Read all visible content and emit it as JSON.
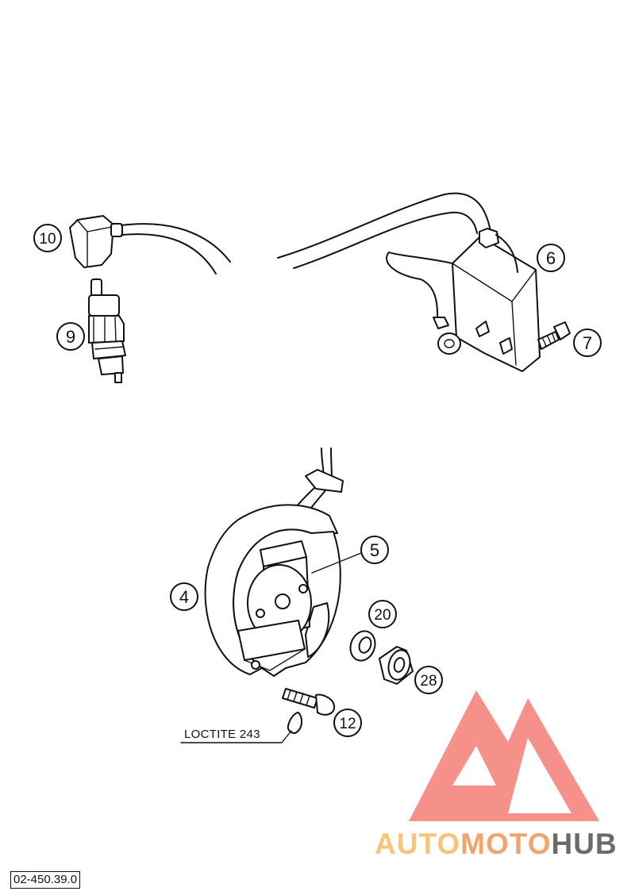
{
  "callouts": [
    {
      "id": "c10",
      "label": "10"
    },
    {
      "id": "c9",
      "label": "9"
    },
    {
      "id": "c6",
      "label": "6"
    },
    {
      "id": "c7",
      "label": "7"
    },
    {
      "id": "c5",
      "label": "5"
    },
    {
      "id": "c4",
      "label": "4"
    },
    {
      "id": "c20",
      "label": "20"
    },
    {
      "id": "c28",
      "label": "28"
    },
    {
      "id": "c12",
      "label": "12"
    }
  ],
  "note": "LOCTITE 243",
  "document_code": "02-450.39.0",
  "watermark": {
    "part1": "AUTO",
    "part2": "MOTO",
    "part3": "HUB",
    "color_light": "#f7c47a",
    "color_mid": "#f2a56a",
    "color_dark": "#6b6b6b",
    "logo_color": "#f26b63"
  }
}
